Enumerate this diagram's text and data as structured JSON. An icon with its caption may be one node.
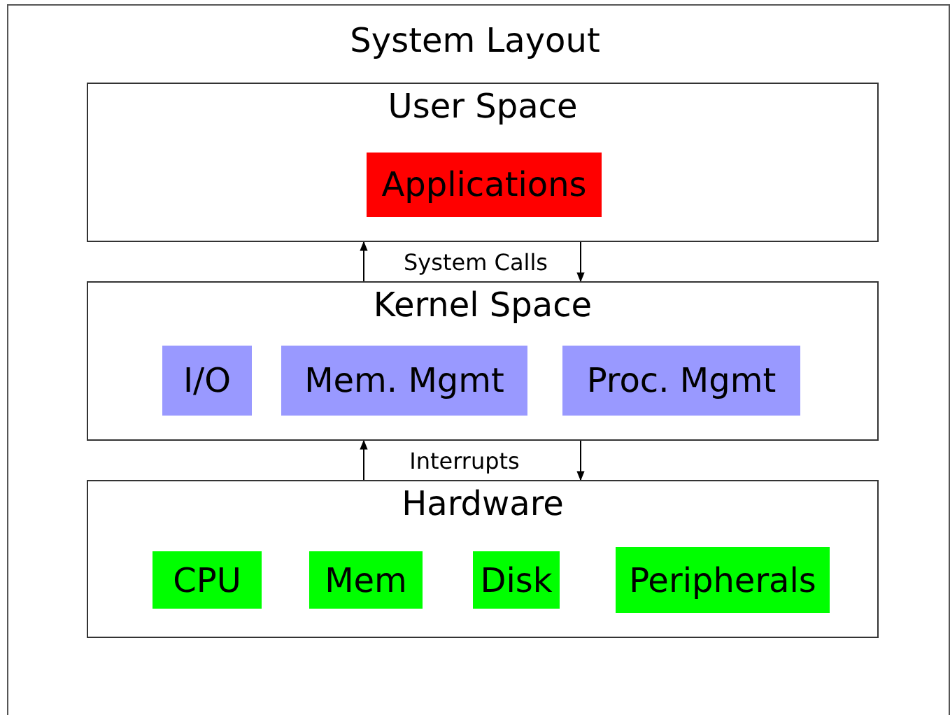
{
  "diagram": {
    "title": "System Layout",
    "nodes": [
      {
        "text": [
          "User Space"
        ]
      },
      {
        "text": [
          "Applications"
        ],
        "in": 0
      },
      {
        "text": [
          "Kernel Space"
        ]
      },
      {
        "text": [
          "I/O"
        ],
        "in": 2
      },
      {
        "text": [
          "Mem. Mgmt"
        ],
        "in": 2
      },
      {
        "text": [
          "Proc. Mgmt"
        ],
        "in": 2
      },
      {
        "text": [
          "Hardware"
        ]
      },
      {
        "text": [
          "CPU"
        ],
        "in": 6
      },
      {
        "text": [
          "Mem"
        ],
        "in": 6
      },
      {
        "text": [
          "Disk"
        ],
        "in": 6
      },
      {
        "text": [
          "Peripherals"
        ],
        "in": 6
      }
    ],
    "edges": [
      {
        "from": 2,
        "to": 0,
        "arrow": "to"
      },
      {
        "from": 0,
        "to": 2,
        "arrow": "to"
      },
      {
        "from": 6,
        "to": 2,
        "arrow": "to"
      },
      {
        "from": 2,
        "to": 6,
        "arrow": "to"
      }
    ],
    "labels": [
      "System Calls",
      "Interrupts"
    ]
  }
}
